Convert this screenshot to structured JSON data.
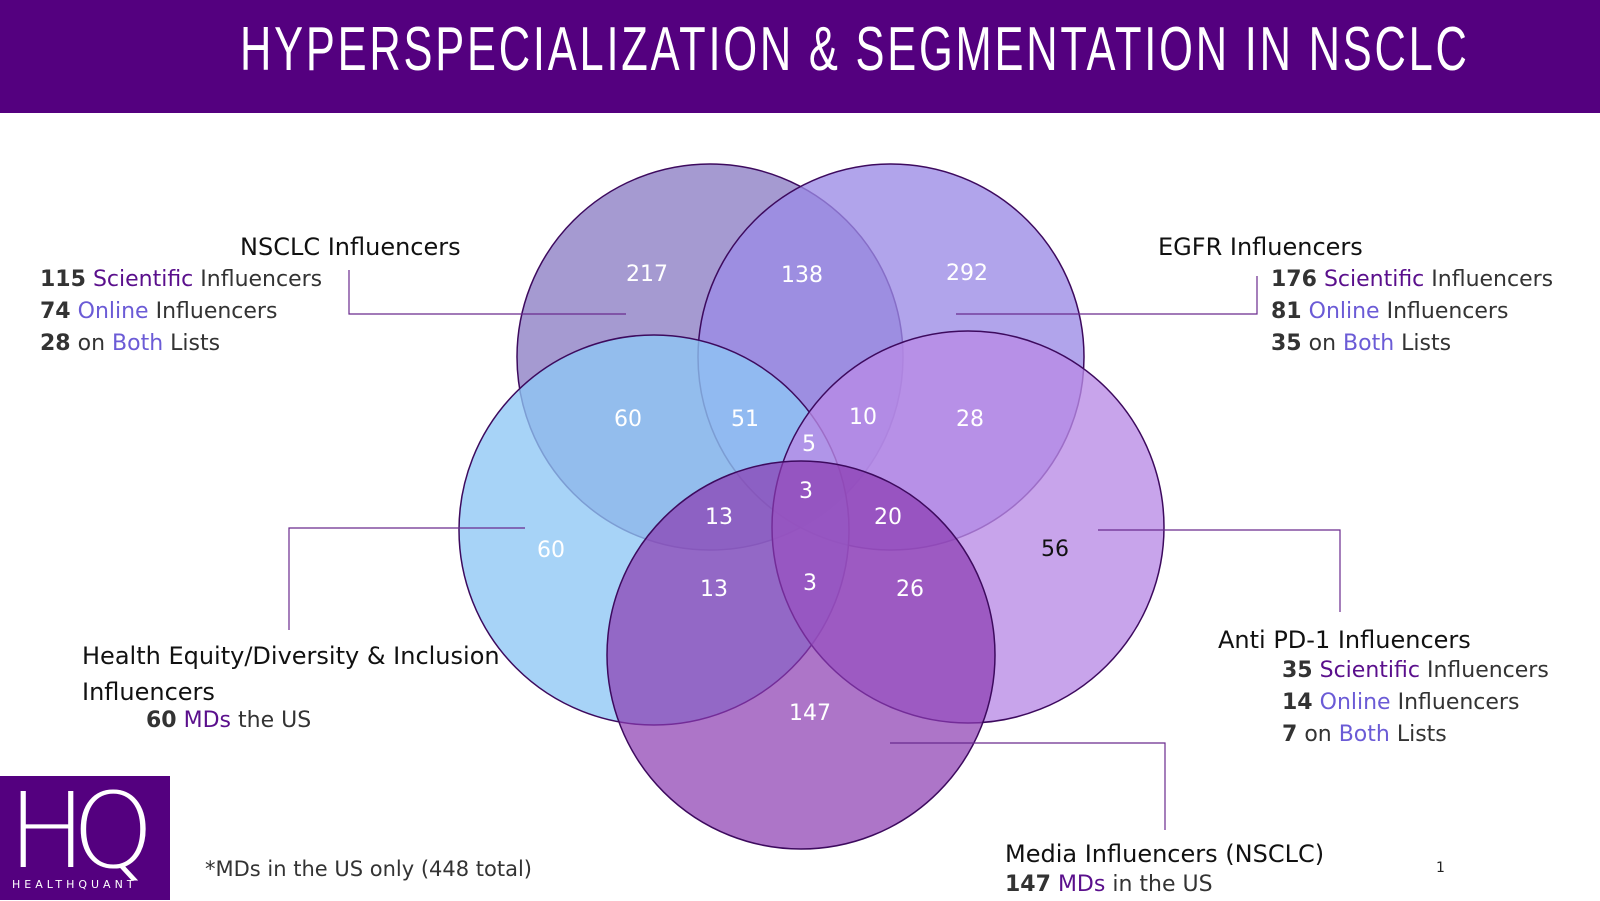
{
  "title": "HYPERSPECIALIZATION & SEGMENTATION IN NSCLC",
  "sets": {
    "nsclc": {
      "name": "NSCLC Influencers",
      "scientific_count": "115",
      "scientific_word": "Scientific",
      "scientific_suffix": "Influencers",
      "online_count": "74",
      "online_word": "Online",
      "online_suffix": "Influencers",
      "both_count": "28",
      "both_prefix": "on",
      "both_word": "Both",
      "both_suffix": "Lists",
      "color": "#8c7dc4"
    },
    "egfr": {
      "name": "EGFR Influencers",
      "scientific_count": "176",
      "scientific_word": "Scientific",
      "scientific_suffix": "Influencers",
      "online_count": "81",
      "online_word": "Online",
      "online_suffix": "Influencers",
      "both_count": "35",
      "both_prefix": "on",
      "both_word": "Both",
      "both_suffix": "Lists",
      "color": "#9b8ae6"
    },
    "health_equity": {
      "name_line1": "Health Equity/Diversity & Inclusion",
      "name_line2": "Influencers",
      "md_count": "60",
      "md_word": "MDs",
      "md_suffix": "the US",
      "color": "#8ec6f5"
    },
    "anti_pd1": {
      "name": "Anti PD-1 Influencers",
      "scientific_count": "35",
      "scientific_word": "Scientific",
      "scientific_suffix": "Influencers",
      "online_count": "14",
      "online_word": "Online",
      "online_suffix": "Influencers",
      "both_count": "7",
      "both_prefix": "on",
      "both_word": "Both",
      "both_suffix": "Lists",
      "color": "#b88ae6"
    },
    "media": {
      "name": "Media Influencers (NSCLC)",
      "md_count": "147",
      "md_word": "MDs",
      "md_suffix": "in the US",
      "color": "#8a3ab0"
    }
  },
  "regions": {
    "nsclc_only": "217",
    "nsclc_egfr": "138",
    "egfr_only": "292",
    "nsclc_equity": "60",
    "nsclc_egfr_equity": "51",
    "nsclc_egfr_pd1": "10",
    "egfr_pd1": "28",
    "center_upper": "5",
    "center": "3",
    "nsclc_equity_media": "13",
    "egfr_pd1_media": "20",
    "equity_only": "60",
    "pd1_only": "56",
    "equity_media": "13",
    "center_lower": "3",
    "pd1_media": "26",
    "media_only": "147"
  },
  "footnote": "*MDs in the US only (448 total)",
  "page_number": "1",
  "logo": {
    "letters": "HQ",
    "name": "HEALTHQUANT"
  }
}
